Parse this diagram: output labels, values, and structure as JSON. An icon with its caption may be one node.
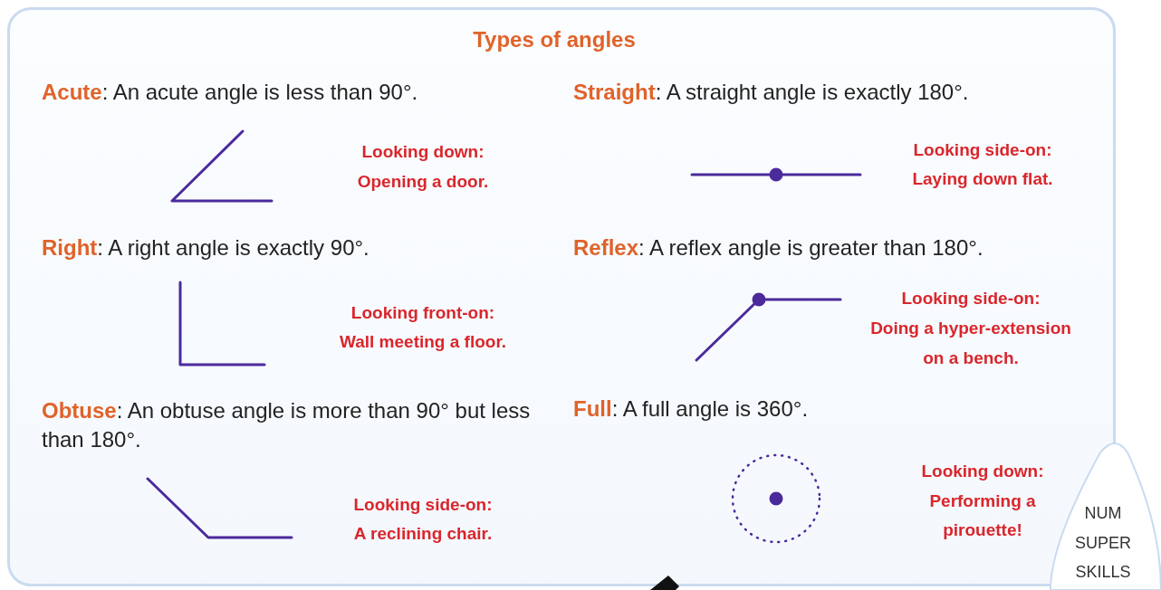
{
  "diagram": {
    "title": "Types of angles",
    "labels": [
      "**Acute**: An acute angle is less than 90°.",
      "**Straight**: A straight angle is exactly 180°.",
      "Looking down:",
      "Opening a door.",
      "Looking side-on:",
      "Laying down flat.",
      "**Right**: A right angle is exactly 90°.",
      "**Reflex**: A reflex angle is greater than 180°.",
      "Looking front-on:",
      "Wall meeting a floor.",
      "Looking side-on:",
      "Doing a hyper-extension",
      "on a bench.",
      "**Obtuse**: An obtuse angle is more than 90° but less than 180°.",
      "**Full**: A full angle is 360°.",
      "Looking down:",
      "Performing a",
      "pirouette!",
      "Looking side-on:",
      "A reclining chair.",
      "NUM",
      "SUPER",
      "SKILLS"
    ]
  }
}
